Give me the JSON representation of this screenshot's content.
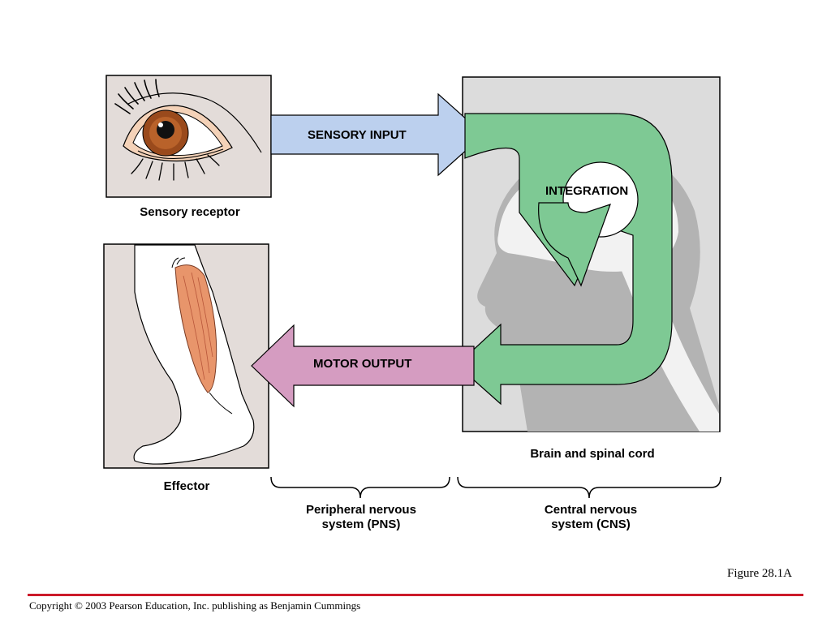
{
  "labels": {
    "sensory_input": "SENSORY INPUT",
    "integration": "INTEGRATION",
    "motor_output": "MOTOR OUTPUT",
    "sensory_receptor": "Sensory receptor",
    "effector": "Effector",
    "brain_spinal_cord": "Brain and spinal cord",
    "pns_line1": "Peripheral nervous",
    "pns_line2": "system (PNS)",
    "cns_line1": "Central nervous",
    "cns_line2": "system (CNS)"
  },
  "figure_number": "Figure 28.1A",
  "footer": {
    "copyright": "Copyright © 2003 Pearson Education, Inc. publishing as Benjamin Cummings"
  },
  "colors": {
    "sensory_arrow": "#bcd0ee",
    "integration_loop": "#7ec994",
    "motor_arrow": "#d59cc1",
    "panel_bg": "#e3dcd9",
    "brain_panel_bg": "#dcdcdc",
    "footer_rule": "#cc1a2a"
  }
}
